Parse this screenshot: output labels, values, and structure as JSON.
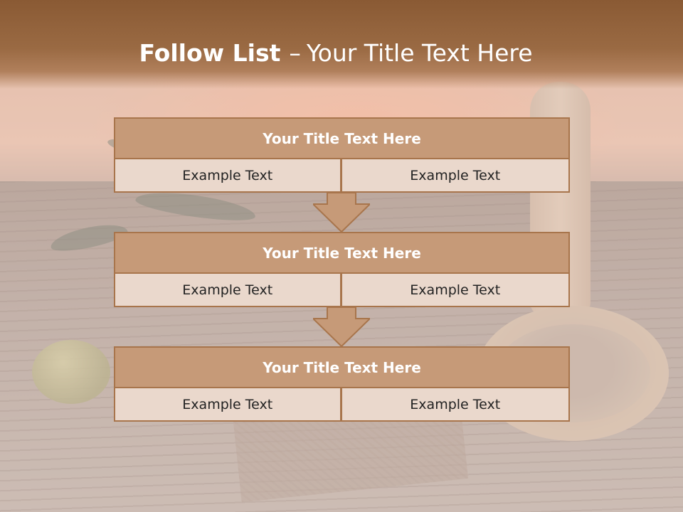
{
  "slide": {
    "title_bold": "Follow List",
    "title_separator": "–",
    "title_rest": "Your Title Text Here"
  },
  "blocks": [
    {
      "title": "Your Title Text Here",
      "cells": [
        "Example Text",
        "Example Text"
      ]
    },
    {
      "title": "Your Title Text Here",
      "cells": [
        "Example Text",
        "Example Text"
      ]
    },
    {
      "title": "Your Title Text Here",
      "cells": [
        "Example Text",
        "Example Text"
      ]
    }
  ],
  "colors": {
    "header_brown": "#8a5a34",
    "block_head": "#c69a78",
    "block_border": "#a8754c",
    "cell_fill": "#ead8cc",
    "arrow_fill": "#c69a78"
  }
}
